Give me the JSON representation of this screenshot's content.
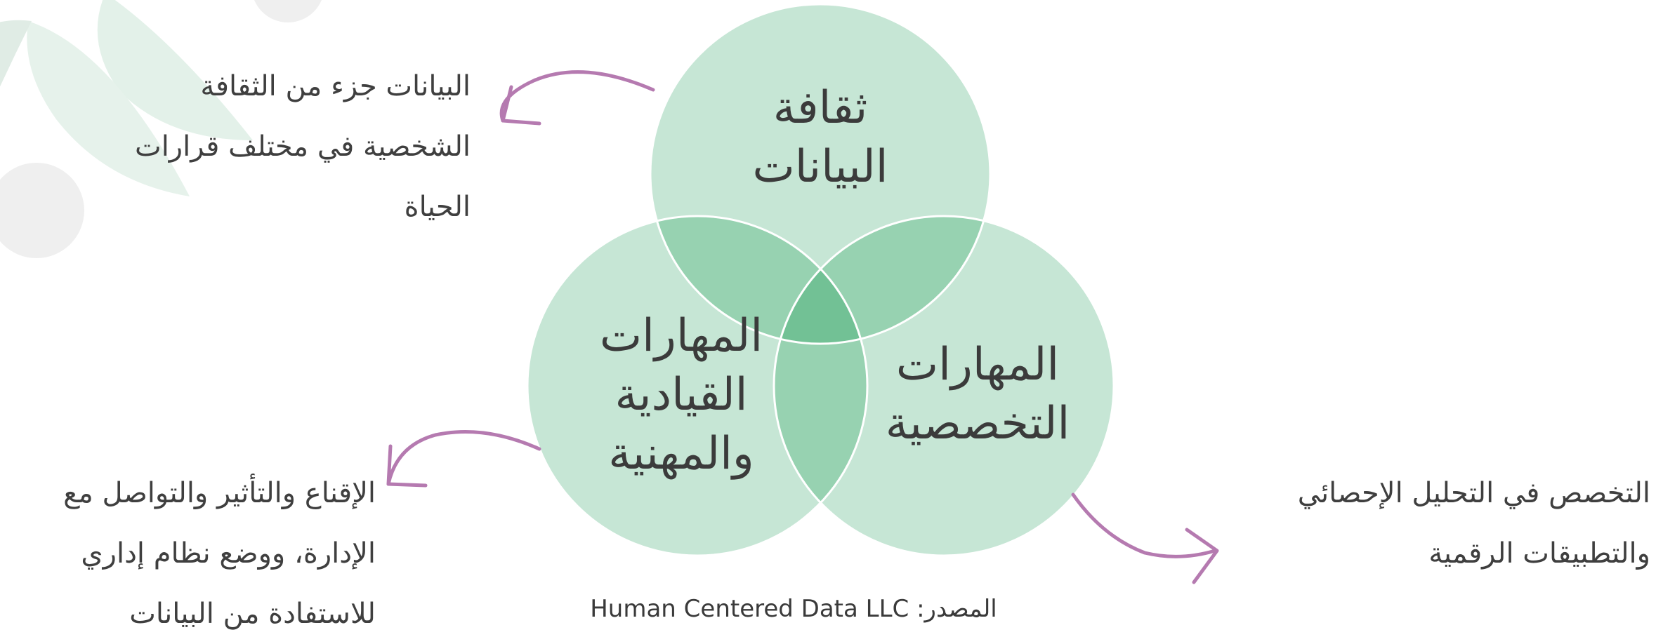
{
  "colors": {
    "circle_fill": "#c6e6d5",
    "overlap2": "#97d2b1",
    "overlap3": "#72c195",
    "circle_stroke": "#ffffff",
    "arrow": "#b57ab0",
    "text": "#3a3a3a",
    "deco_green": "#dfeee6",
    "deco_grey": "#efefef"
  },
  "diagram": {
    "circles": [
      {
        "id": "data-culture",
        "lines": [
          "ثقافة",
          "البيانات"
        ]
      },
      {
        "id": "leadership-skills",
        "lines": [
          "المهارات",
          "القيادية",
          "والمهنية"
        ]
      },
      {
        "id": "specialized-skills",
        "lines": [
          "المهارات",
          "التخصصية"
        ]
      }
    ],
    "notes": [
      {
        "id": "culture-note",
        "lines": [
          "البيانات جزء من الثقافة",
          "الشخصية في مختلف قرارات",
          "الحياة"
        ]
      },
      {
        "id": "leadership-note",
        "lines": [
          "الإقناع والتأثير والتواصل مع",
          "الإدارة، ووضع نظام إداري",
          "للاستفادة من البيانات"
        ]
      },
      {
        "id": "specialized-note",
        "lines": [
          "التخصص في التحليل الإحصائي",
          "والتطبيقات الرقمية"
        ]
      }
    ],
    "source": "المصدر: Human Centered Data LLC"
  }
}
